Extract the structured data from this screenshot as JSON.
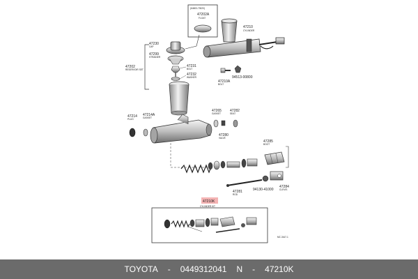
{
  "caption": {
    "brand": "TOYOTA",
    "part_number": "0449312041",
    "sep": "-",
    "n_prefix": "N",
    "n_code": "47210K"
  },
  "parts": {
    "p_inset_code": "(64603-73020)",
    "p_47202a": "47202A",
    "p_47202a_sub": "FLOAT",
    "p_47210": "47210",
    "p_47210_sub": "CYLINDER",
    "p_47230": "47230",
    "p_47230_sub": "CAP",
    "p_47299": "47299",
    "p_47299_sub": "STRAINER",
    "p_47202": "47202",
    "p_47202_sub": "RESERVOIR SET",
    "p_47231": "47231",
    "p_47231_sub": "BOLT",
    "p_47232": "47232",
    "p_47232_sub": "WASHER",
    "p_94513": "94513-00800",
    "p_47210a": "47210A",
    "p_47210a_sub": "BOLT",
    "p_47214": "47214",
    "p_47214_sub": "PLUG",
    "p_47214a": "47214A",
    "p_47214a_sub": "GASKET",
    "p_47265": "47265",
    "p_47265_sub": "GASKET",
    "p_47282": "47282",
    "p_47282_sub": "SEAT",
    "p_47280": "47280",
    "p_47280_sub": "VALVE",
    "p_47285": "47285",
    "p_47285_sub": "BOOT",
    "p_47281": "47281",
    "p_47281_sub": "ROD",
    "p_94130": "94130-41000",
    "p_47284": "47284",
    "p_47284_sub": "CLEVIS",
    "p_47210k": "47210K",
    "p_47210k_sub": "CYLINDER KIT",
    "p_fig": "MC 2447-1"
  },
  "colors": {
    "caption_bg": "#6b6b6b",
    "caption_text": "#ffffff",
    "highlight": "#f4b3b3"
  }
}
